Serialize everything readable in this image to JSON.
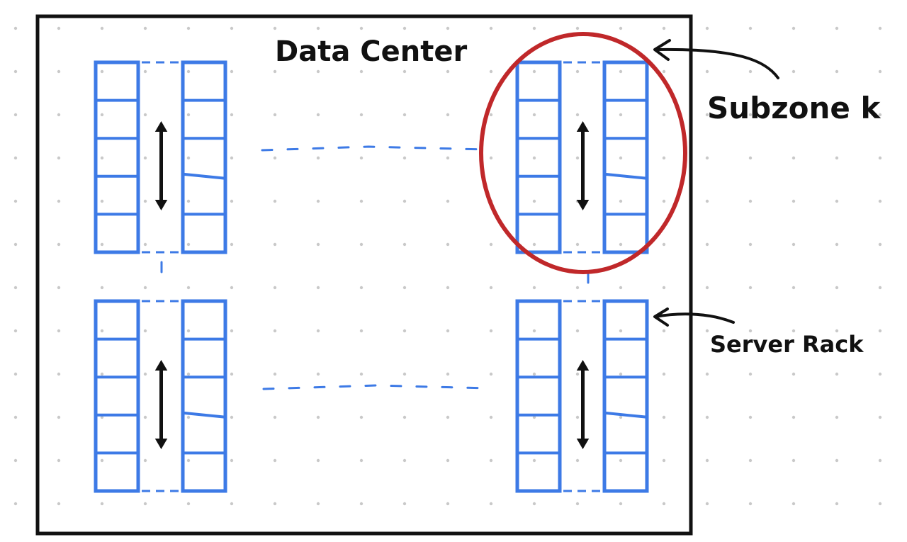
{
  "diagram": {
    "title": "Data Center",
    "annotations": {
      "subzone": "Subzone k",
      "rack": "Server Rack"
    },
    "layout": {
      "racks_per_pair": 2,
      "units_per_rack": 5,
      "pair_grid": "2x2"
    },
    "colors": {
      "rack": "#3d7ae6",
      "outline": "#111111",
      "highlight": "#c0282a",
      "dots": "#c9c9c9",
      "arrow": "#111111"
    },
    "icons": {
      "pointer": "arrow-left-icon",
      "airflow": "double-arrow-vertical-icon"
    }
  }
}
